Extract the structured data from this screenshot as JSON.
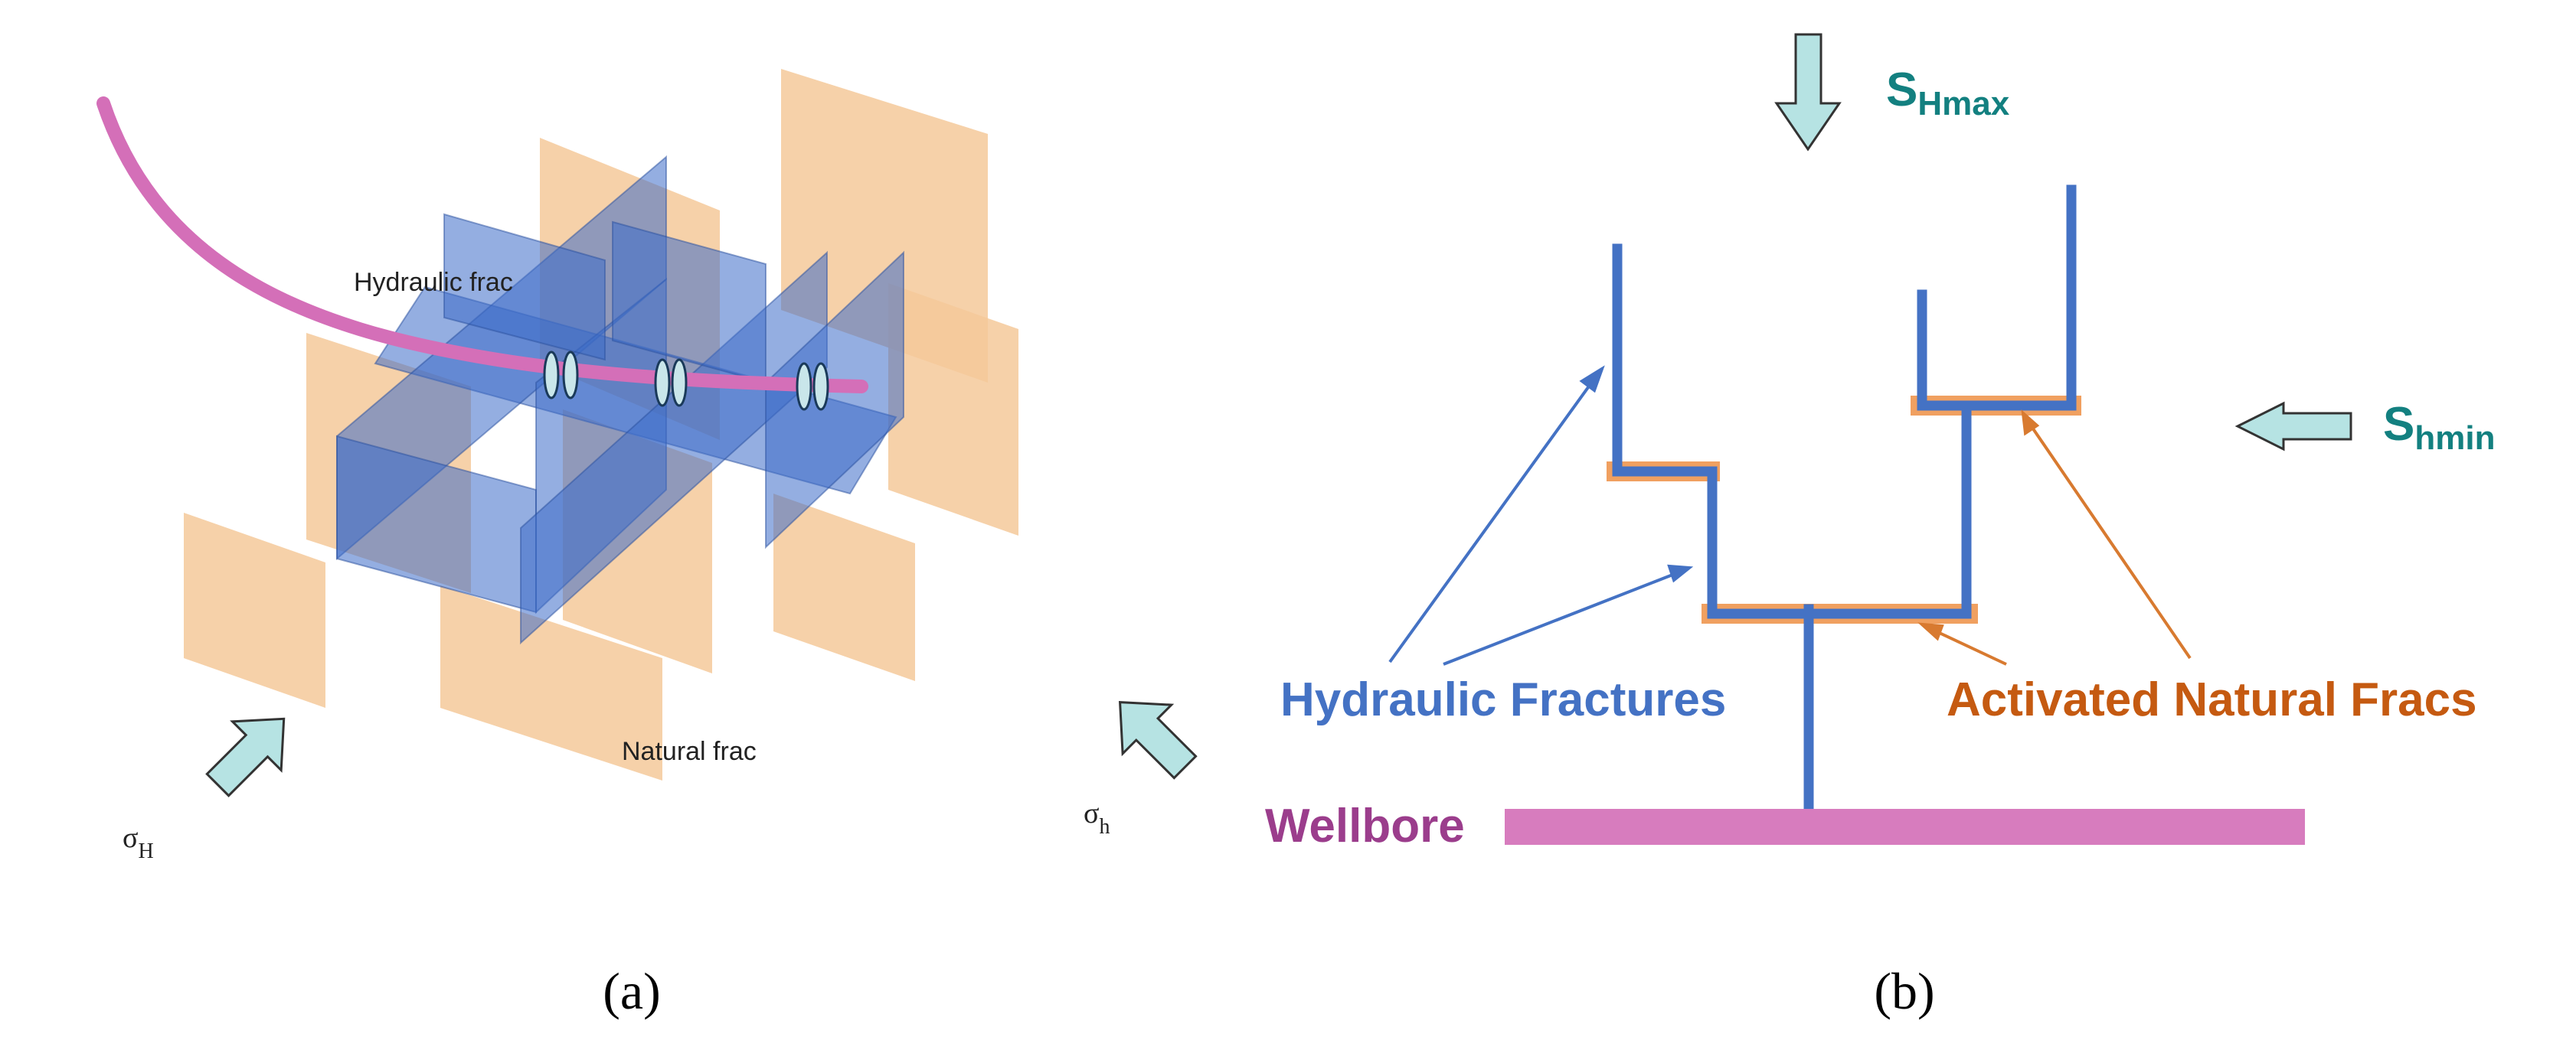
{
  "panel_a": {
    "caption": "(a)",
    "hydraulic_label": "Hydraulic frac",
    "natural_label": "Natural frac",
    "sigma_H": {
      "symbol": "σ",
      "subscript": "H"
    },
    "sigma_h": {
      "symbol": "σ",
      "subscript": "h"
    }
  },
  "panel_b": {
    "caption": "(b)",
    "s_hmax": {
      "symbol": "S",
      "subscript": "Hmax"
    },
    "s_hmin": {
      "symbol": "S",
      "subscript": "hmin"
    },
    "hydraulic_label": "Hydraulic Fractures",
    "activated_label": "Activated Natural Fracs",
    "wellbore_label": "Wellbore"
  },
  "colors": {
    "hydraulic_blue": "#4472c4",
    "fracture_plane_blue": "#3d6cc9",
    "natural_orange": "#f5c99a",
    "activated_orange": "#e46c0a",
    "label_orange": "#c55a11",
    "wellbore_pink": "#d46fb8",
    "wellbore_label": "#9b3d8c",
    "stress_teal": "#138080",
    "arrow_fill": "#b6e3e3"
  }
}
